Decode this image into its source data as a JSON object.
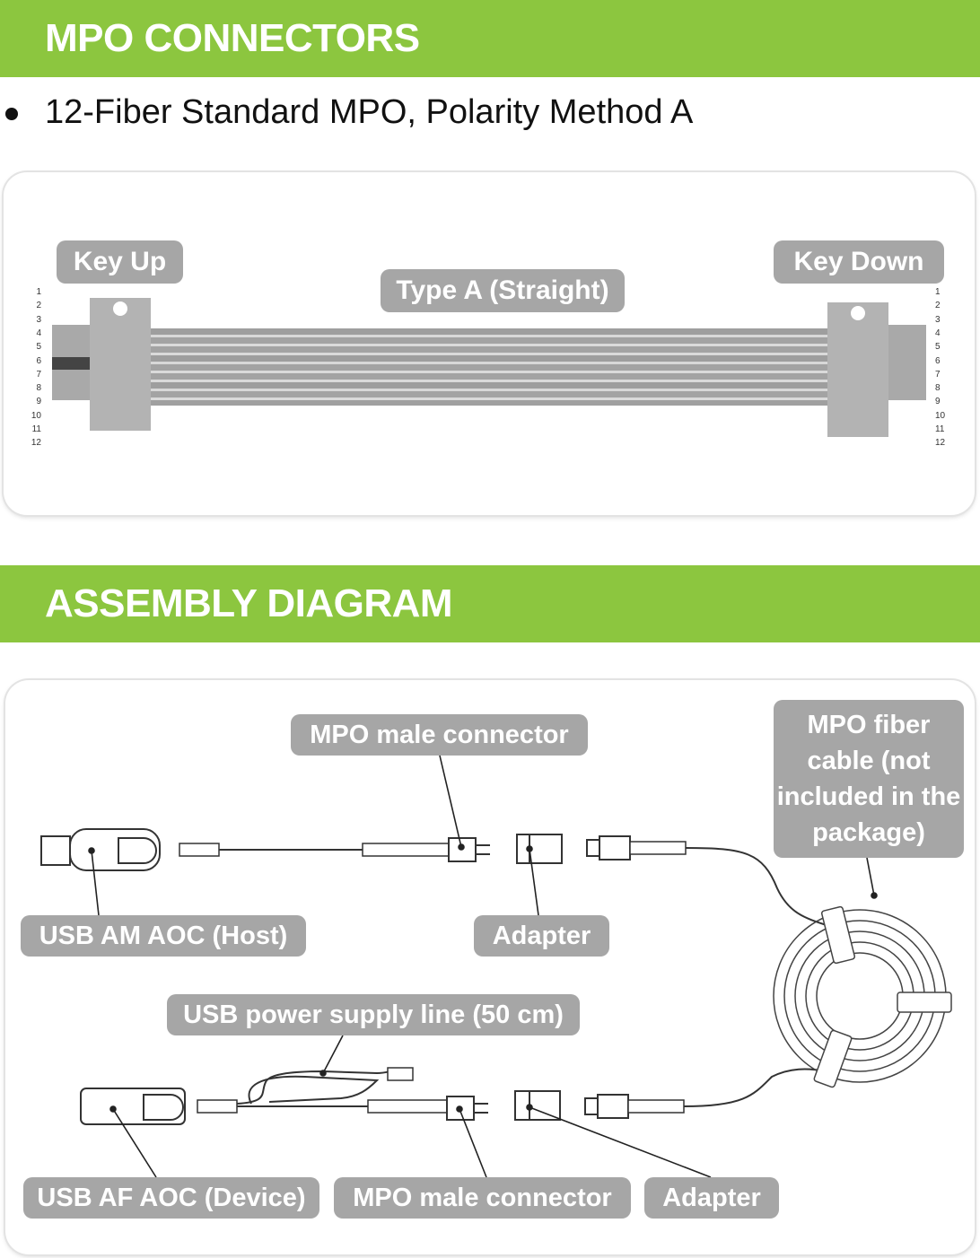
{
  "theme": {
    "accent": "#8cc63f",
    "label_bg": "#a6a6a6",
    "label_text": "#ffffff"
  },
  "sections": {
    "mpo_connectors": {
      "title": "MPO CONNECTORS",
      "bullet": "12-Fiber Standard MPO, Polarity Method A",
      "labels": {
        "key_up": "Key Up",
        "type_a": "Type A (Straight)",
        "key_down": "Key Down"
      },
      "pin_numbers": [
        "1",
        "2",
        "3",
        "4",
        "5",
        "6",
        "7",
        "8",
        "9",
        "10",
        "11",
        "12"
      ]
    },
    "assembly": {
      "title": "ASSEMBLY DIAGRAM",
      "labels": {
        "mpo_male_top": "MPO male connector",
        "mpo_fiber_cable": "MPO fiber cable (not included in the package)",
        "usb_am_aoc": "USB AM AOC (Host)",
        "adapter_top": "Adapter",
        "usb_power": "USB power supply line (50 cm)",
        "usb_af_aoc": "USB AF AOC (Device)",
        "mpo_male_bottom": "MPO male connector",
        "adapter_bottom": "Adapter"
      }
    }
  }
}
